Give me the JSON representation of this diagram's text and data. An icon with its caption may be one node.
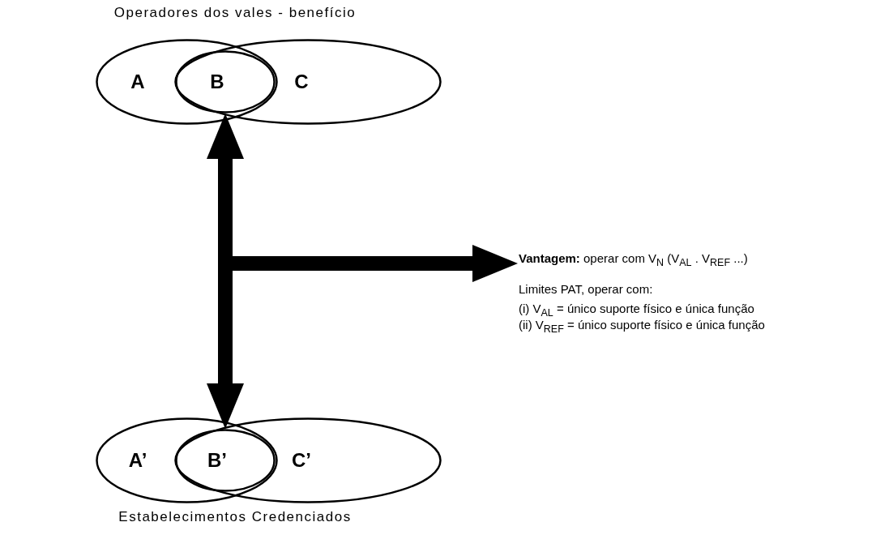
{
  "diagram": {
    "nodes": [
      {
        "text": [
          "A"
        ]
      },
      {
        "text": [
          "B"
        ]
      },
      {
        "text": [
          "C"
        ]
      },
      {
        "text": [
          "**Vantagem:** operar com V$_{N}$ (V$_{AL}$ . V$_{REF}$ ...)",
          "Limites PAT, operar com:",
          "(i) V$_{AL}$ = único suporte físico e única função",
          "(ii) V$_{REF}$ = único suporte físico e única função"
        ]
      },
      {
        "text": [
          "A’"
        ]
      },
      {
        "text": [
          "B’"
        ]
      },
      {
        "text": [
          "C’"
        ]
      }
    ],
    "edges": [
      {
        "from": 1,
        "to": 5,
        "arrow": "both"
      },
      {
        "from": null,
        "to": 3,
        "arrow": "to"
      }
    ],
    "labels": [
      "Operadores dos vales - benefício",
      "Estabelecimentos Credenciados"
    ]
  }
}
